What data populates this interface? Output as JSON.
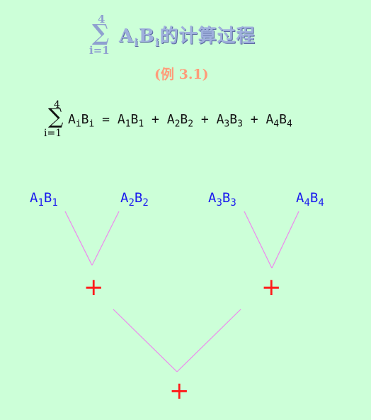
{
  "title": {
    "sum_upper": "4",
    "sum_lower": "i=1",
    "term_a": "A",
    "term_b": "B",
    "index": "i",
    "text": "的计算过程"
  },
  "subtitle": "(例 3.1)",
  "formula": {
    "sum_upper": "4",
    "sum_lower": "i=1",
    "lhs_a": "A",
    "lhs_i1": "i",
    "lhs_b": "B",
    "lhs_i2": "i",
    "eq": " = ",
    "plus": " + ",
    "terms": [
      {
        "a": "A",
        "ai": "1",
        "b": "B",
        "bi": "1"
      },
      {
        "a": "A",
        "ai": "2",
        "b": "B",
        "bi": "2"
      },
      {
        "a": "A",
        "ai": "3",
        "b": "B",
        "bi": "3"
      },
      {
        "a": "A",
        "ai": "4",
        "b": "B",
        "bi": "4"
      }
    ]
  },
  "tree": {
    "leaves": [
      {
        "a": "A",
        "ai": "1",
        "b": "B",
        "bi": "1"
      },
      {
        "a": "A",
        "ai": "2",
        "b": "B",
        "bi": "2"
      },
      {
        "a": "A",
        "ai": "3",
        "b": "B",
        "bi": "3"
      },
      {
        "a": "A",
        "ai": "4",
        "b": "B",
        "bi": "4"
      }
    ],
    "operator": "+"
  },
  "colors": {
    "background": "#ccffd8",
    "title": "#9fb0dd",
    "subtitle": "#ff9c7a",
    "terms": "#1a1aee",
    "plus": "#ff1a1a",
    "lines": "#ee88ee"
  }
}
